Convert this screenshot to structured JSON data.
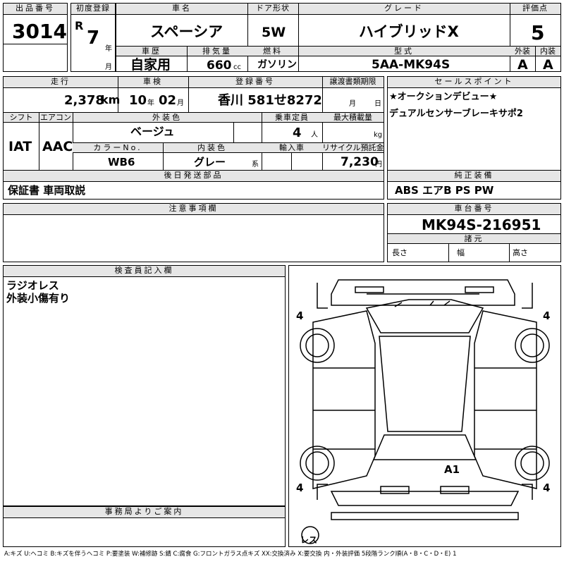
{
  "header": {
    "lot_number_label": "出品番号",
    "lot_number": "3014",
    "first_reg_label": "初度登録",
    "era": "R",
    "reg_year": "7",
    "year_unit": "年",
    "month_unit": "月",
    "car_name_label": "車名",
    "car_name": "スペーシア",
    "door_label": "ドア形状",
    "door": "5W",
    "grade_label": "グレード",
    "grade": "ハイブリッドX",
    "score_label": "評価点",
    "score": "5",
    "history_label": "車歴",
    "history": "自家用",
    "displacement_label": "排気量",
    "displacement": "660",
    "cc_unit": "cc",
    "fuel_label": "燃料",
    "fuel": "ガソリン",
    "model_label": "型式",
    "model": "5AA-MK94S",
    "exterior_label": "外装",
    "exterior": "A",
    "interior_label": "内装",
    "interior": "A"
  },
  "row2": {
    "mileage_label": "走行",
    "mileage": "2,378",
    "km_unit": "km",
    "inspection_label": "車検",
    "inspection_year": "10",
    "inspection_month": "02",
    "year_unit": "年",
    "month_unit": "月",
    "plate_label": "登録番号",
    "plate": "香川 581せ8272",
    "transfer_label": "譲渡書類期限",
    "transfer_month_unit": "月",
    "transfer_day_unit": "日",
    "shift_label": "シフト",
    "shift": "IAT",
    "ac_label": "エアコン",
    "ac": "AAC",
    "color_label": "外装色",
    "color": "ベージュ",
    "capacity_label": "乗車定員",
    "capacity": "4",
    "person_unit": "人",
    "max_load_label": "最大積載量",
    "kg_unit": "kg",
    "color_no_label": "カラーNo.",
    "color_no": "WB6",
    "interior_color_label": "内装色",
    "interior_color": "グレー",
    "kei_unit": "系",
    "import_label": "輸入車",
    "recycle_label": "リサイクル預託金",
    "recycle": "7,230",
    "yen_unit": "円",
    "sales_label": "セールスポイント",
    "sales_points": [
      "★オークションデビュー★",
      "デュアルセンサーブレーキサポ2"
    ]
  },
  "deferred": {
    "label": "後日発送部品",
    "value": "保証書 車両取説"
  },
  "equipment": {
    "label": "純正装備",
    "value": "ABS エアB PS PW"
  },
  "notes": {
    "label": "注意事項欄"
  },
  "chassis": {
    "label": "車台番号",
    "value": "MK94S-216951",
    "specs_label": "諸元",
    "length_label": "長さ",
    "width_label": "幅",
    "height_label": "高さ"
  },
  "inspector": {
    "label": "検査員記入欄",
    "lines": [
      "ラジオレス",
      "外装小傷有り"
    ]
  },
  "office": {
    "label": "事務局よりご案内"
  },
  "diagram": {
    "tire_fl": "4",
    "tire_fr": "4",
    "tire_rl": "4",
    "tire_rr": "4",
    "damage_mark": "A1",
    "spare": "レス"
  },
  "legend": "A:キズ U:ヘコミ B:キズを伴うヘコミ P:要塗装 W:補修跡 S:錆 C:腐食 G:フロントガラス点キズ XX:交換済み X:要交換 内・外装評価 5段階ランク順(A・B・C・D・E) 1"
}
